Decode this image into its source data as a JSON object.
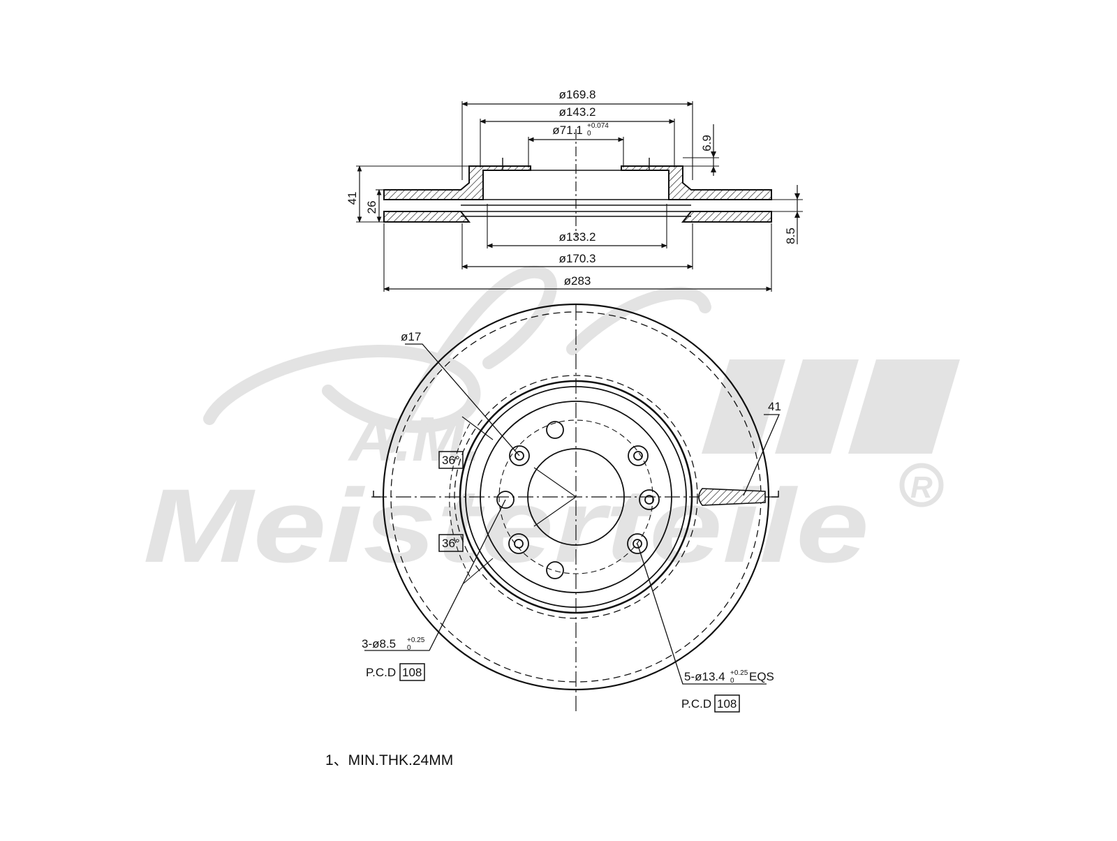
{
  "watermark": {
    "brand_top": "A.M.",
    "brand_main": "Meisterteile",
    "registered_mark": "R",
    "color": "#e3e3e3"
  },
  "section_view": {
    "dims": {
      "d_outer_hat": "ø169.8",
      "d_hat_inner": "ø143.2",
      "d_bore": "ø71.1",
      "d_bore_tol_upper": "+0.074",
      "d_bore_tol_lower": "0",
      "hat_thickness": "6.9",
      "total_height": "41",
      "disc_thickness": "26",
      "vent_gap": "8.5",
      "d_inner_ring": "ø133.2",
      "d_friction_inner": "ø170.3",
      "d_outer": "ø283"
    }
  },
  "plan_view": {
    "callouts": {
      "wheel_stud_hole": "ø17",
      "slot_width": "41",
      "angle_a": "36°",
      "angle_b": "36°",
      "small_holes": "3-ø8.5",
      "small_holes_tol_upper": "+0.25",
      "small_holes_tol_lower": "0",
      "small_pcd_label": "P.C.D",
      "small_pcd_value": "108",
      "bolt_holes": "5-ø13.4",
      "bolt_holes_tol_upper": "+0.25",
      "bolt_holes_tol_lower": "0",
      "bolt_holes_suffix": "EQS",
      "bolt_pcd_label": "P.C.D",
      "bolt_pcd_value": "108"
    }
  },
  "notes": {
    "min_thickness": "1、MIN.THK.24MM"
  }
}
